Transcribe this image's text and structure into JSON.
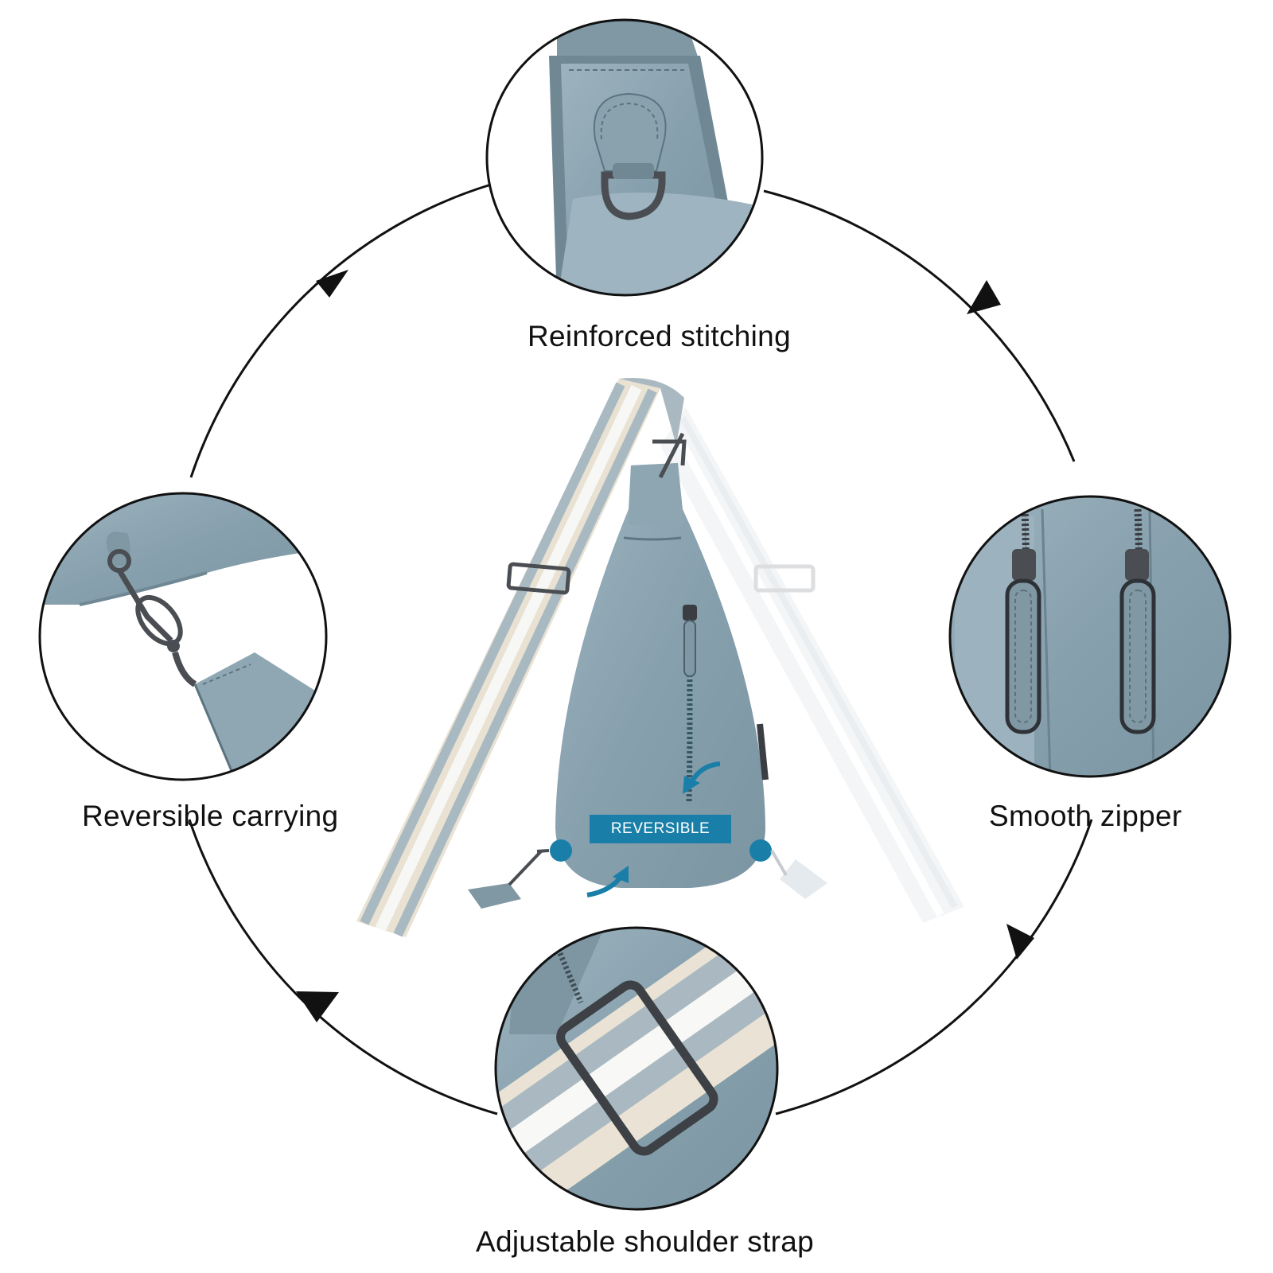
{
  "captions": {
    "top": "Reinforced stitching",
    "left": "Reversible carrying",
    "right": "Smooth zipper",
    "bottom": "Adjustable shoulder strap"
  },
  "badge": {
    "label": "REVERSIBLE"
  },
  "colors": {
    "leather": "#8fa7b3",
    "leather_dark": "#6f8894",
    "strap_gray": "#aab9c1",
    "strap_white": "#f7f7f5",
    "strap_cream": "#ebe4d6",
    "hardware": "#4a4d52",
    "accent": "#1a7fa8",
    "line": "#111111"
  },
  "icons": [
    "circular-flow-arrow-icon",
    "curved-arrow-icon",
    "reversible-dot-icon"
  ]
}
